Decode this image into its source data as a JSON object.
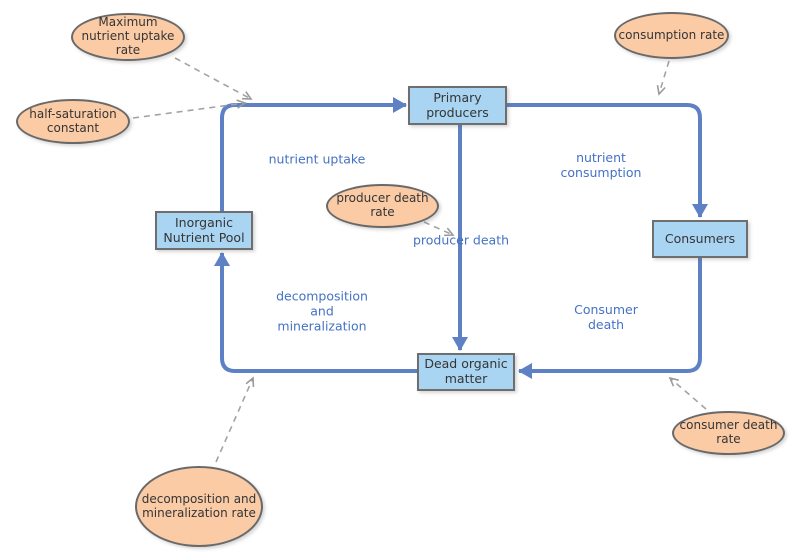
{
  "diagram": {
    "colors": {
      "box_fill": "#aad5f2",
      "box_border": "#6e6e6e",
      "ellipse_fill": "#fbcba6",
      "ellipse_border": "#696969",
      "flow_line": "#5d81c4",
      "dashed_line": "#a3a3a3",
      "label_text": "#4472c4",
      "background": "#ffffff"
    },
    "boxes": [
      {
        "id": "inorganic-nutrient-pool",
        "label": "Inorganic\nNutrient Pool"
      },
      {
        "id": "primary-producers",
        "label": "Primary\nproducers"
      },
      {
        "id": "consumers",
        "label": "Consumers"
      },
      {
        "id": "dead-organic-matter",
        "label": "Dead organic\nmatter"
      }
    ],
    "parameters": [
      {
        "id": "maximum-nutrient-uptake-rate",
        "label": "Maximum\nnutrient uptake\nrate"
      },
      {
        "id": "half-saturation-constant",
        "label": "half-saturation\nconstant"
      },
      {
        "id": "consumption-rate",
        "label": "consumption rate"
      },
      {
        "id": "producer-death-rate",
        "label": "producer death\nrate"
      },
      {
        "id": "consumer-death-rate",
        "label": "consumer death\nrate"
      },
      {
        "id": "decomposition-and-mineralization-rate",
        "label": "decomposition and\nmineralization rate"
      }
    ],
    "flow_labels": [
      {
        "id": "nutrient-uptake",
        "label": "nutrient uptake"
      },
      {
        "id": "nutrient-consumption",
        "label": "nutrient\nconsumption"
      },
      {
        "id": "producer-death",
        "label": "producer death"
      },
      {
        "id": "decomposition-and-mineralization",
        "label": "decomposition\nand\nmineralization"
      },
      {
        "id": "consumer-death",
        "label": "Consumer\ndeath"
      }
    ]
  }
}
